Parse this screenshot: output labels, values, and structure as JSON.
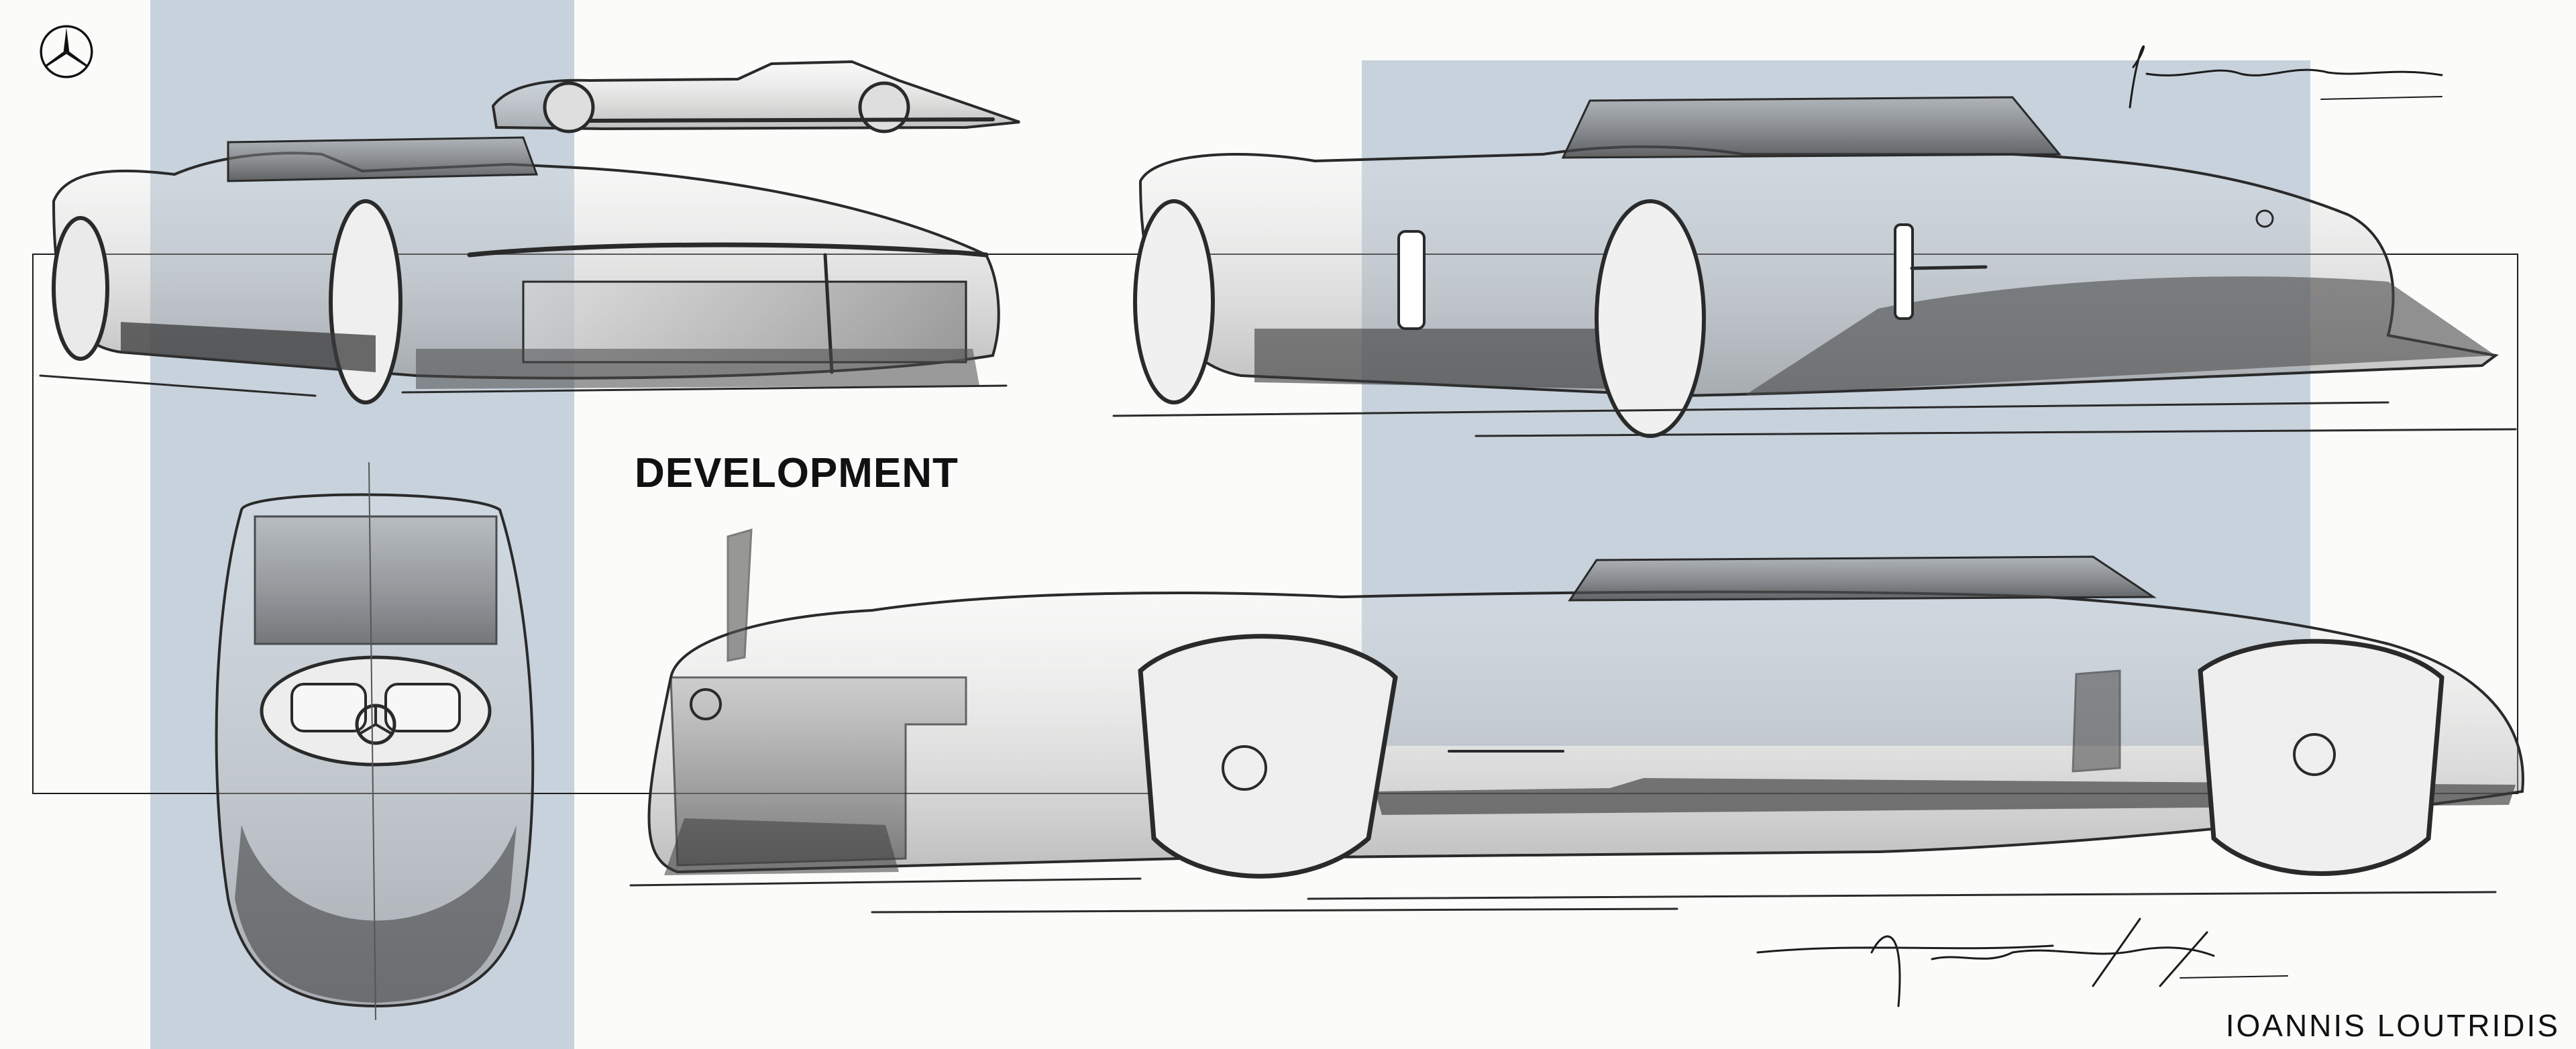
{
  "page": {
    "title": "DEVELOPMENT",
    "designer": "IOANNIS LOUTRIDIS",
    "signature_text": "Ioannis Loutridis",
    "signature_sub": "LOUTRIDIS"
  },
  "colors": {
    "background": "#fbfbfa",
    "accent_band": "#c7d2dc",
    "sketch_stroke": "#2a2a2a",
    "sketch_shade": "#6b6b6b",
    "text": "#111111"
  },
  "icons": {
    "brand_logo": "mercedes-star-icon"
  },
  "sketches": [
    {
      "name": "front-three-quarter-view"
    },
    {
      "name": "small-side-profile-view"
    },
    {
      "name": "rear-three-quarter-view"
    },
    {
      "name": "top-plan-view"
    },
    {
      "name": "main-side-view"
    }
  ]
}
